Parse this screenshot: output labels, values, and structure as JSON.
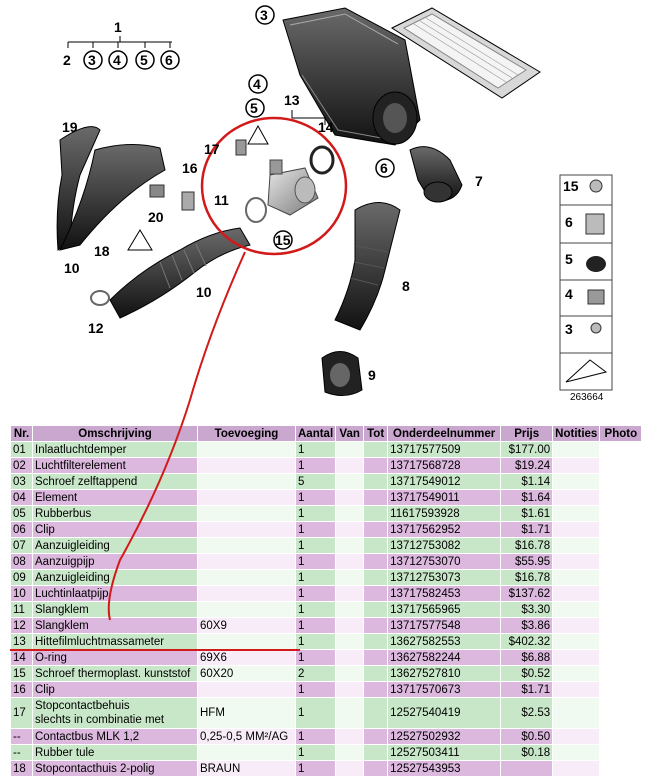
{
  "diagram": {
    "callouts": [
      "1",
      "2",
      "3",
      "4",
      "5",
      "6",
      "3",
      "4",
      "5",
      "13",
      "14",
      "6",
      "7",
      "15",
      "6",
      "5",
      "4",
      "3",
      "19",
      "16",
      "17",
      "20",
      "11",
      "18",
      "15",
      "10",
      "10",
      "12",
      "8",
      "9"
    ],
    "figure_number": "263664"
  },
  "table": {
    "headers": [
      "Nr.",
      "Omschrijving",
      "Toevoeging",
      "Aantal",
      "Van",
      "Tot",
      "Onderdeelnummer",
      "Prijs",
      "Notities",
      "Photo"
    ],
    "rows": [
      {
        "nr": "01",
        "desc": "Inlaatluchtdemper",
        "extra": "",
        "qty": "1",
        "part": "13717577509",
        "price": "$177.00"
      },
      {
        "nr": "02",
        "desc": "Luchtfilterelement",
        "extra": "",
        "qty": "1",
        "part": "13717568728",
        "price": "$19.24"
      },
      {
        "nr": "03",
        "desc": "Schroef zelftappend",
        "extra": "",
        "qty": "5",
        "part": "13717549012",
        "price": "$1.14"
      },
      {
        "nr": "04",
        "desc": "Element",
        "extra": "",
        "qty": "1",
        "part": "13717549011",
        "price": "$1.64"
      },
      {
        "nr": "05",
        "desc": "Rubberbus",
        "extra": "",
        "qty": "1",
        "part": "11617593928",
        "price": "$1.61"
      },
      {
        "nr": "06",
        "desc": "Clip",
        "extra": "",
        "qty": "1",
        "part": "13717562952",
        "price": "$1.71"
      },
      {
        "nr": "07",
        "desc": "Aanzuigleiding",
        "extra": "",
        "qty": "1",
        "part": "13712753082",
        "price": "$16.78"
      },
      {
        "nr": "08",
        "desc": "Aanzuigpijp",
        "extra": "",
        "qty": "1",
        "part": "13712753070",
        "price": "$55.95"
      },
      {
        "nr": "09",
        "desc": "Aanzuigleiding",
        "extra": "",
        "qty": "1",
        "part": "13712753073",
        "price": "$16.78"
      },
      {
        "nr": "10",
        "desc": "Luchtinlaatpijp",
        "extra": "",
        "qty": "1",
        "part": "13717582453",
        "price": "$137.62"
      },
      {
        "nr": "11",
        "desc": "Slangklem",
        "extra": "",
        "qty": "1",
        "part": "13717565965",
        "price": "$3.30"
      },
      {
        "nr": "12",
        "desc": "Slangklem",
        "extra": "60X9",
        "qty": "1",
        "part": "13717577548",
        "price": "$3.86"
      },
      {
        "nr": "13",
        "desc": "Hittefilmluchtmassameter",
        "extra": "",
        "qty": "1",
        "part": "13627582553",
        "price": "$402.32"
      },
      {
        "nr": "14",
        "desc": "O-ring",
        "extra": "69X6",
        "qty": "1",
        "part": "13627582244",
        "price": "$6.88"
      },
      {
        "nr": "15",
        "desc": "Schroef thermoplast. kunststof",
        "extra": "60X20",
        "qty": "2",
        "part": "13627527810",
        "price": "$0.52"
      },
      {
        "nr": "16",
        "desc": "Clip",
        "extra": "",
        "qty": "1",
        "part": "13717570673",
        "price": "$1.71"
      },
      {
        "nr": "17",
        "desc": "Stopcontactbehuis",
        "desc2": "slechts in combinatie met",
        "extra": "HFM",
        "qty": "1",
        "part": "12527540419",
        "price": "$2.53"
      },
      {
        "nr": "--",
        "desc": "Contactbus MLK 1,2",
        "extra": "0,25-0,5 MM²/AG",
        "qty": "1",
        "part": "12527502932",
        "price": "$0.50"
      },
      {
        "nr": "--",
        "desc": "Rubber tule",
        "extra": "",
        "qty": "1",
        "part": "12527503411",
        "price": "$0.18"
      },
      {
        "nr": "18",
        "desc": "Stopcontacthuis 2-polig",
        "extra": "BRAUN",
        "qty": "1",
        "part": "12527543953",
        "price": ""
      }
    ]
  }
}
